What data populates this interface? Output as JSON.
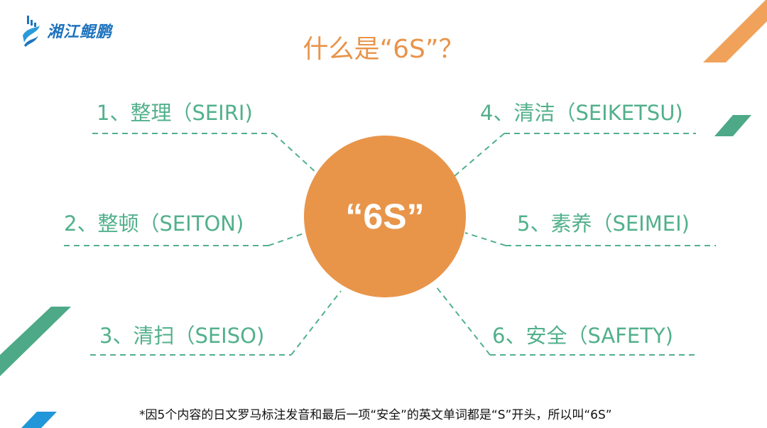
{
  "brand": {
    "name": "湘江鲲鹏",
    "color": "#1e73be"
  },
  "title": "什么是“6S”？",
  "center_label": "“6S”",
  "items": [
    {
      "label": "1、整理（SEIRI)"
    },
    {
      "label": "2、整顿（SEITON)"
    },
    {
      "label": "3、清扫（SEISO)"
    },
    {
      "label": "4、清洁（SEIKETSU)"
    },
    {
      "label": "5、素养（SEIMEI)"
    },
    {
      "label": "6、安全（SAFETY)"
    }
  ],
  "footnote": "*因5个内容的日文罗马标注发音和最后一项“安全”的英文单词都是“S”开头，所以叫“6S”",
  "colors": {
    "accent_orange": "#e8954a",
    "accent_green": "#52b08c",
    "accent_blue": "#2196d9"
  }
}
